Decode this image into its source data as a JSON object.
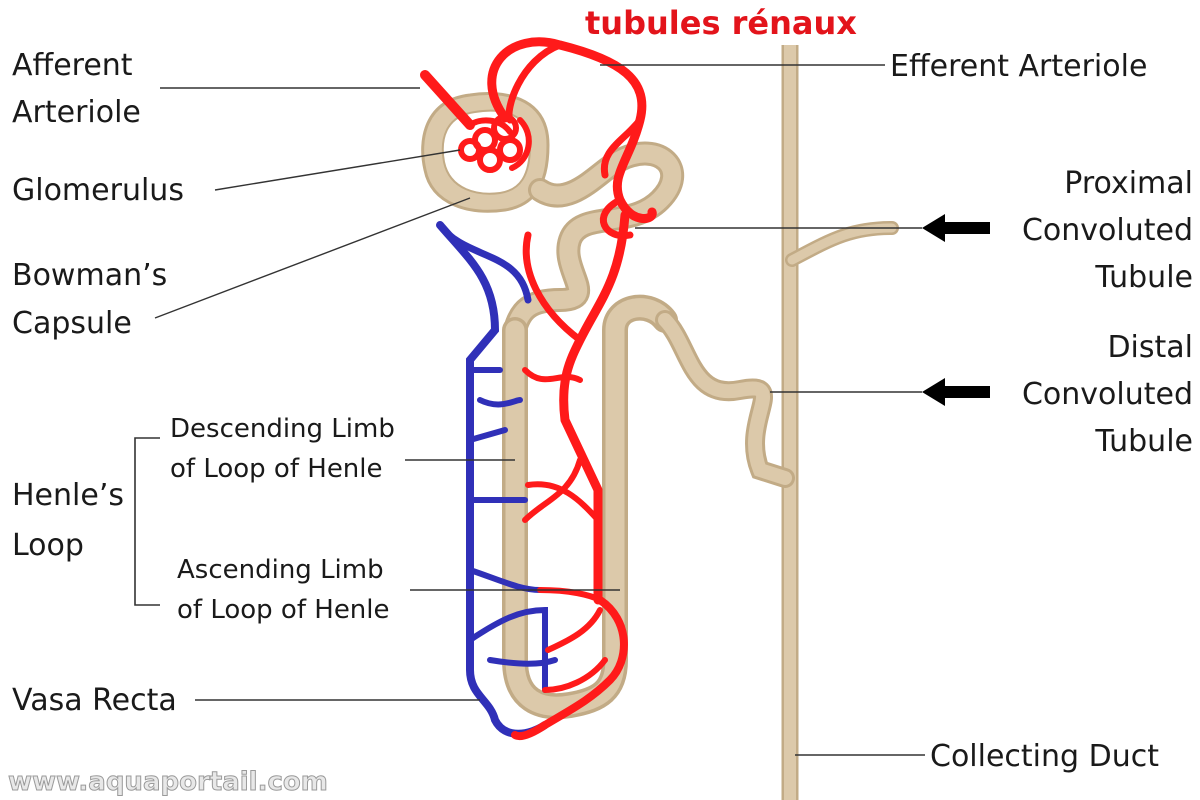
{
  "title": "tubules rénaux",
  "watermark": "www.aquaportail.com",
  "labels": {
    "afferent_arteriole": [
      "Afferent",
      "Arteriole"
    ],
    "glomerulus": "Glomerulus",
    "bowmans_capsule": [
      "Bowman’s",
      "Capsule"
    ],
    "henles_loop": [
      "Henle’s",
      "Loop"
    ],
    "descending_limb": [
      "Descending Limb",
      "of Loop of Henle"
    ],
    "ascending_limb": [
      "Ascending Limb",
      "of Loop of Henle"
    ],
    "vasa_recta": "Vasa Recta",
    "efferent_arteriole": "Efferent Arteriole",
    "proximal_convoluted_tubule": [
      "Proximal",
      "Convoluted",
      "Tubule"
    ],
    "distal_convoluted_tubule": [
      "Distal",
      "Convoluted",
      "Tubule"
    ],
    "collecting_duct": "Collecting Duct"
  },
  "colors": {
    "artery": "#ff1a1a",
    "vein": "#3030b8",
    "tubule": "#dcc9aa",
    "tubule_edge": "#c2ab86",
    "title": "#e3141b"
  }
}
